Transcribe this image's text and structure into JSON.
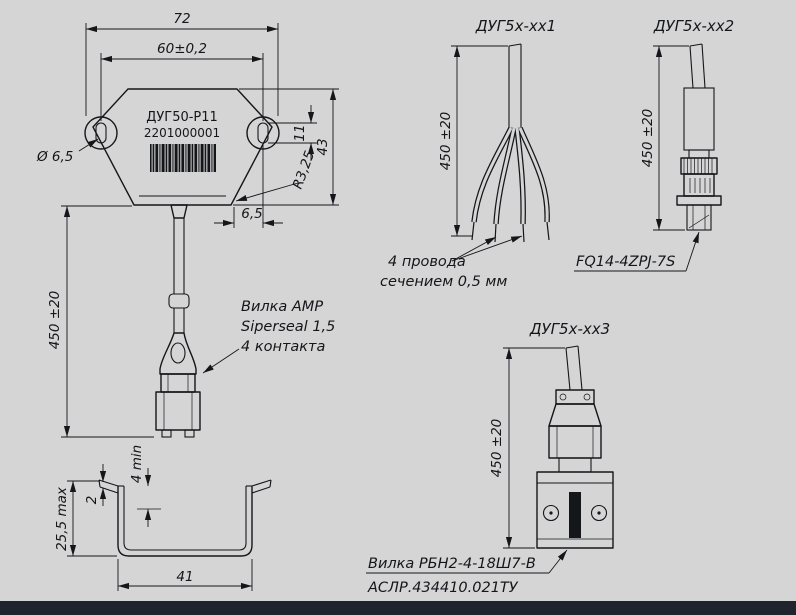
{
  "colors": {
    "background": "#d5d5d5",
    "line": "#15161a",
    "bottom_bar": "#20242d"
  },
  "main_view": {
    "device_label": "ДУГ50-Р11",
    "device_serial": "2201000001",
    "dim_width_total": "72",
    "dim_hole_spacing": "60±0,2",
    "dim_height": "43",
    "dim_slot_length": "11",
    "dim_corner_radius": "R3,25",
    "dim_hole_offset": "6,5",
    "dim_hole_diameter": "Ø 6,5",
    "dim_cable_length": "450 ±20",
    "connector_note_line1": "Вилка AMP",
    "connector_note_line2": "Siperseal 1,5",
    "connector_note_line3": "4 контакта"
  },
  "side_view": {
    "dim_height_max": "25,5 max",
    "dim_flange_thickness": "2",
    "dim_depth_min": "4 min",
    "dim_width": "41"
  },
  "variant_1": {
    "title": "ДУГ5х-хх1",
    "dim_cable_length": "450 ±20",
    "note_line1": "4 провода",
    "note_line2": "сечением 0,5 мм"
  },
  "variant_2": {
    "title": "ДУГ5х-хх2",
    "dim_cable_length": "450 ±20",
    "connector_label": "FQ14-4ZPJ-7S"
  },
  "variant_3": {
    "title": "ДУГ5х-хх3",
    "dim_cable_length": "450 ±20",
    "connector_label": "Вилка РБН2-4-18Ш7-В",
    "spec_number": "АСЛР.434410.021ТУ"
  }
}
